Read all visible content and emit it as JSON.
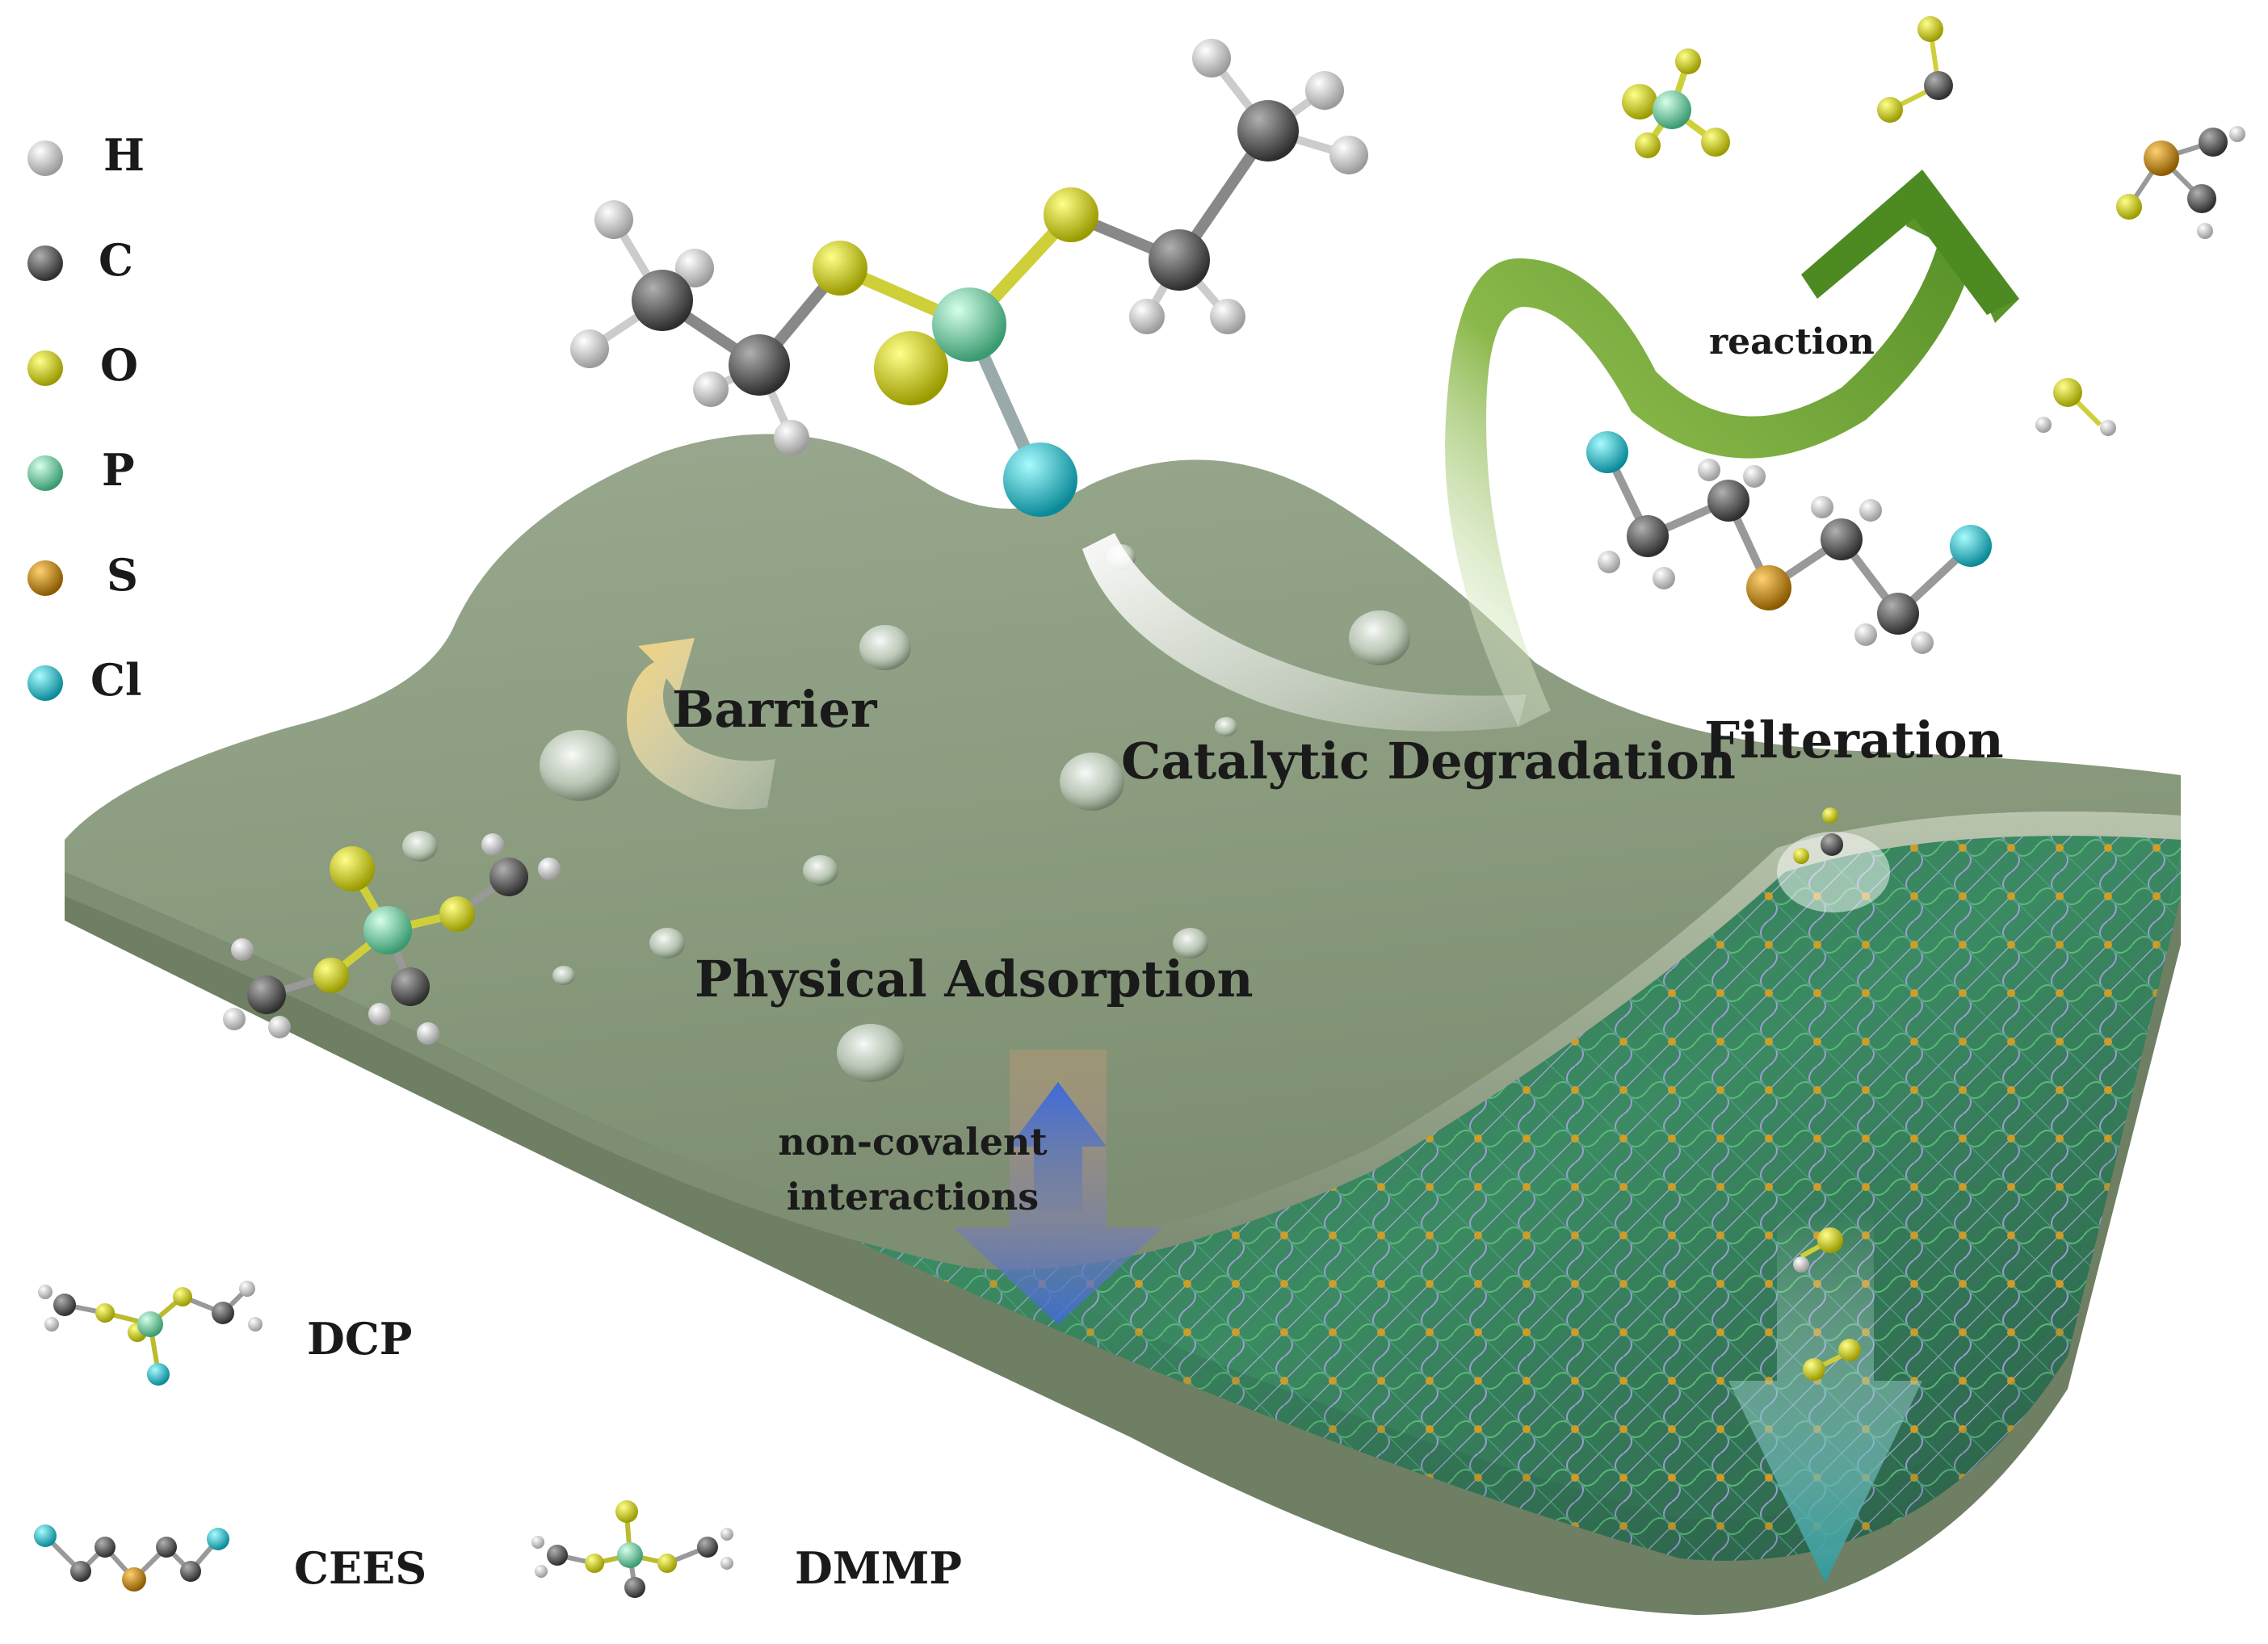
{
  "legend": {
    "atoms": [
      {
        "symbol": "H",
        "color": "#e8e8e8"
      },
      {
        "symbol": "C",
        "color": "#6a6a6a"
      },
      {
        "symbol": "O",
        "color": "#d9d91a"
      },
      {
        "symbol": "P",
        "color": "#6fd4a4"
      },
      {
        "symbol": "S",
        "color": "#d18f0a"
      },
      {
        "symbol": "Cl",
        "color": "#1fc6d4"
      }
    ]
  },
  "processes": {
    "barrier": "Barrier",
    "catalytic_degradation": "Catalytic Degradation",
    "filtration": "Filteration",
    "physical_adsorption": "Physical Adsorption",
    "reaction": "reaction",
    "noncovalent_line1": "non-covalent",
    "noncovalent_line2": "interactions"
  },
  "molecules": {
    "dcp": "DCP",
    "cees": "CEES",
    "dmmp": "DMMP"
  },
  "colors": {
    "membrane_top": "#8a9a7e",
    "fiber_green": "#3d9a6a",
    "fiber_purple": "#9a94d0",
    "node_orange": "#e0a020",
    "arrow_green": "#5a9a2e",
    "arrow_blue": "#4a78d8",
    "arrow_teal": "#3aa0a0"
  }
}
